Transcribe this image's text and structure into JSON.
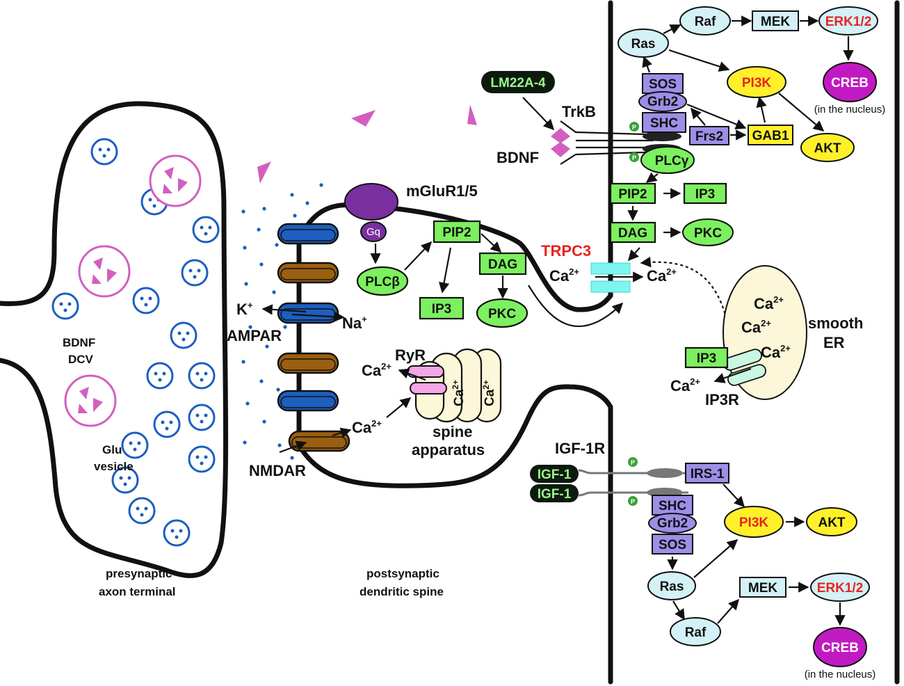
{
  "colors": {
    "green_box": "#7cf05e",
    "purple_box": "#9b8fe8",
    "yellow_box": "#fff02a",
    "cyan_node": "#d3f1f7",
    "creb": "#c21ac2",
    "dark_pill": "#0d1a0d",
    "glu_vesicle": "#1a5fbf",
    "bdnf_dcv": "#d25fc0",
    "ampar": "#1c5fbf",
    "nmdar": "#9a5f10",
    "mglur": "#7a2fa0",
    "trpc3_channel": "#7ff5f0",
    "er_fill": "#fbf7d8",
    "red_text": "#e8231f"
  },
  "labels": {
    "presynaptic": [
      "presynaptic",
      "axon terminal"
    ],
    "postsynaptic": [
      "postsynaptic",
      "dendritic spine"
    ],
    "bdnf_dcv": [
      "BDNF",
      "DCV"
    ],
    "glu_vesicle": [
      "Glu",
      "vesicle"
    ],
    "k": "K",
    "na": "Na",
    "plus": "+",
    "ampar": "AMPAR",
    "nmdar": "NMDAR",
    "mglur": "mGluR1/5",
    "gq": "Gq",
    "plcb": "PLCβ",
    "pip2": "PIP2",
    "ip3": "IP3",
    "dag": "DAG",
    "pkc": "PKC",
    "ryr": "RyR",
    "ca": "Ca",
    "ca_sup": "2+",
    "spine_apparatus": [
      "spine",
      "apparatus"
    ],
    "trpc3": "TRPC3",
    "smooth_er": [
      "smooth",
      "ER"
    ],
    "ip3r": "IP3R",
    "lm22a4": "LM22A-4",
    "trkb": "TrkB",
    "bdnf": "BDNF",
    "p": "P",
    "sos": "SOS",
    "grb2": "Grb2",
    "shc": "SHC",
    "frs2": "Frs2",
    "gab1": "GAB1",
    "plcg": "PLCγ",
    "ras": "Ras",
    "raf": "Raf",
    "mek": "MEK",
    "erk": "ERK1/2",
    "creb": "CREB",
    "in_nucleus": "(in the nucleus)",
    "pi3k": "PI3K",
    "akt": "AKT",
    "igf1r": "IGF-1R",
    "igf1": "IGF-1",
    "irs1": "IRS-1"
  }
}
